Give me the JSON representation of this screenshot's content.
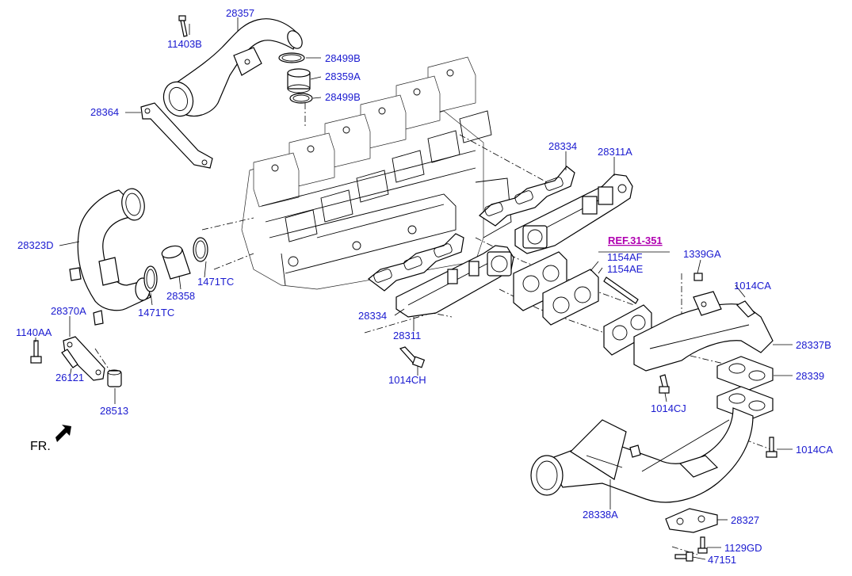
{
  "diagram": {
    "front_indicator": "FR.",
    "reference": "REF.31-351",
    "parts": [
      {
        "id": "p1",
        "label": "28357"
      },
      {
        "id": "p2",
        "label": "11403B"
      },
      {
        "id": "p3",
        "label": "28499B"
      },
      {
        "id": "p4",
        "label": "28359A"
      },
      {
        "id": "p5",
        "label": "28499B"
      },
      {
        "id": "p6",
        "label": "28364"
      },
      {
        "id": "p7",
        "label": "28334"
      },
      {
        "id": "p8",
        "label": "28311A"
      },
      {
        "id": "p9",
        "label": "28323D"
      },
      {
        "id": "p10",
        "label": "1471TC"
      },
      {
        "id": "p11",
        "label": "28358"
      },
      {
        "id": "p12",
        "label": "1471TC"
      },
      {
        "id": "p13",
        "label": "1154AF"
      },
      {
        "id": "p14",
        "label": "1154AE"
      },
      {
        "id": "p15",
        "label": "1339GA"
      },
      {
        "id": "p16",
        "label": "1014CA"
      },
      {
        "id": "p17",
        "label": "28370A"
      },
      {
        "id": "p18",
        "label": "1140AA"
      },
      {
        "id": "p19",
        "label": "28334"
      },
      {
        "id": "p20",
        "label": "28311"
      },
      {
        "id": "p21",
        "label": "28337B"
      },
      {
        "id": "p22",
        "label": "28339"
      },
      {
        "id": "p23",
        "label": "26121"
      },
      {
        "id": "p24",
        "label": "28513"
      },
      {
        "id": "p25",
        "label": "1014CH"
      },
      {
        "id": "p26",
        "label": "1014CJ"
      },
      {
        "id": "p27",
        "label": "1014CA"
      },
      {
        "id": "p28",
        "label": "28338A"
      },
      {
        "id": "p29",
        "label": "28327"
      },
      {
        "id": "p30",
        "label": "1129GD"
      },
      {
        "id": "p31",
        "label": "47151"
      }
    ]
  }
}
